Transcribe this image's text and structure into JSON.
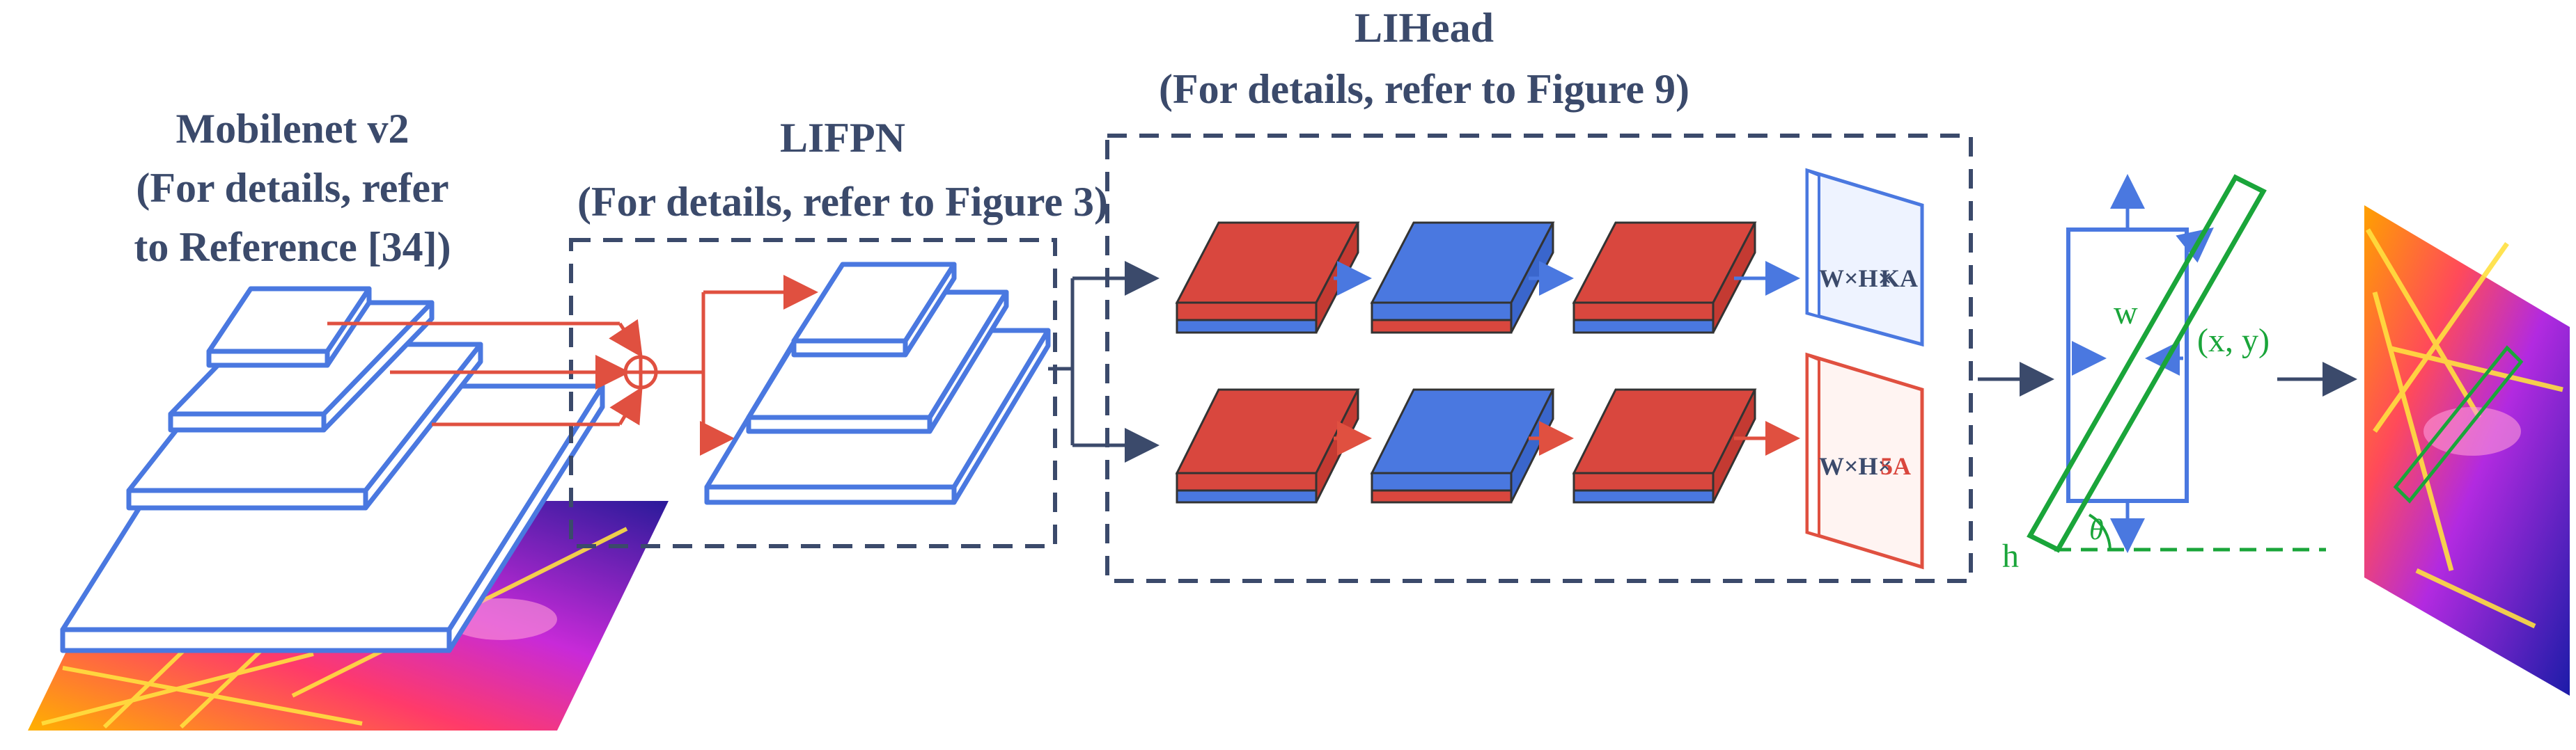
{
  "backbone": {
    "title": "Mobilenet v2",
    "subtitle_line1": "(For details, refer",
    "subtitle_line2": "to Reference [34])"
  },
  "fpn": {
    "title": "LIFPN",
    "subtitle": "(For details, refer to Figure 3)"
  },
  "head": {
    "title": "LIHead",
    "subtitle": "(For details, refer to Figure 9)",
    "output_cls_prefix": "W×H×",
    "output_cls_suffix": "KA",
    "output_reg_prefix": "W×H×",
    "output_reg_suffix": "5A"
  },
  "box": {
    "w_label": "w",
    "h_label": "h",
    "center_label": "(x, y)",
    "angle_label": "θ"
  },
  "colors": {
    "blue": "#4a78e0",
    "red": "#d9473e",
    "dark": "#3b4a6b",
    "green": "#1aa53a",
    "arrow_red": "#e05040"
  }
}
